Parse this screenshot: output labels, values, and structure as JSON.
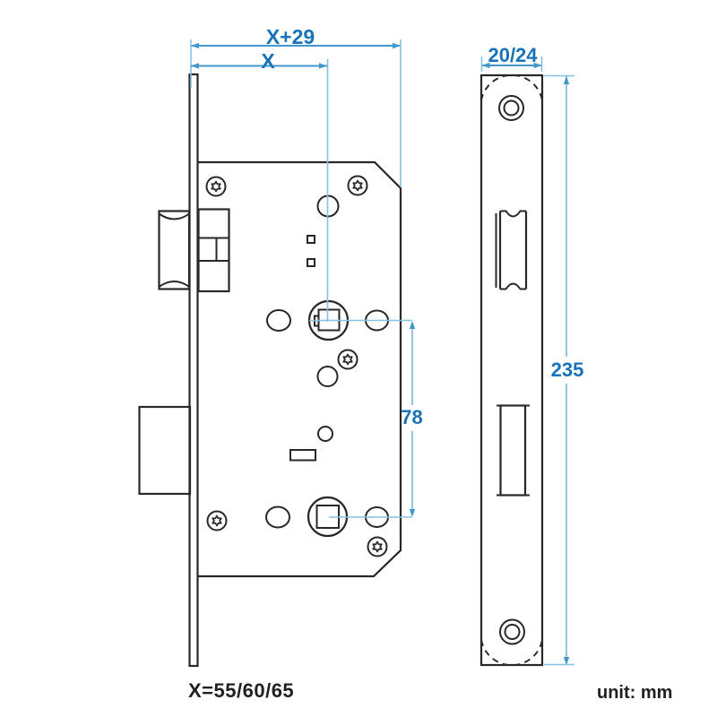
{
  "drawing": {
    "type": "technical-drawing",
    "subject": "mortise door lock body and faceplate",
    "dimensions": {
      "total_backset": "X+29",
      "backset": "X",
      "faceplate_width": "20/24",
      "faceplate_height": "235",
      "hub_spacing": "78"
    },
    "notes": {
      "backset_values": "X=55/60/65",
      "unit": "unit: mm"
    },
    "colors": {
      "line": "#2b2627",
      "dim": "#4298cc",
      "dim_light": "#85c2e2",
      "text_blue": "#1873b8",
      "text_black": "#231f20",
      "background": "#ffffff"
    }
  }
}
